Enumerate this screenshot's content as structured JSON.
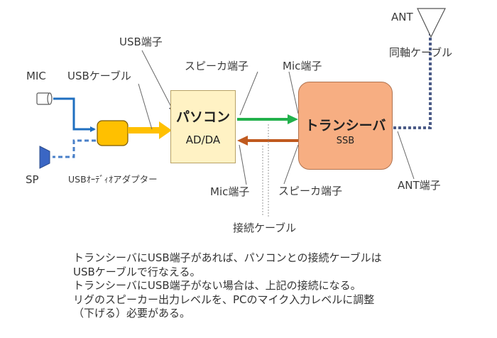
{
  "labels": {
    "usb_port_top": "USB端子",
    "mic": "MIC",
    "usb_cable": "USBケーブル",
    "speaker_port_top": "スピーカ端子",
    "mic_port_top": "Mic端子",
    "ant": "ANT",
    "coax": "同軸ケーブル",
    "sp": "SP",
    "usb_audio_adapter": "USBｵｰﾃﾞｨｵアダプター",
    "mic_port_bottom": "Mic端子",
    "speaker_port_bottom": "スピーカ端子",
    "ant_port": "ANT端子",
    "connect_cable": "接続ケーブル"
  },
  "pc_box": {
    "title": "パソコン",
    "subtitle": "AD/DA"
  },
  "transceiver_box": {
    "title": "トランシーバ",
    "subtitle": "SSB"
  },
  "notes": [
    "トランシーバにUSB端子があれば、パソコンとの接続ケーブルは",
    "USBケーブルで行なえる。",
    "トランシーバにUSB端子がない場合は、上記の接続になる。",
    "リグのスピーカー出力レベルを、PCのマイク入力レベルに調整",
    "（下げる）必要がある。"
  ],
  "colors": {
    "blue": "#1f6fc0",
    "yellow": "#ffc000",
    "green": "#22b14c",
    "brown": "#c05a1f",
    "coax": "#4a5a86",
    "pc_fill": "#fff2c4",
    "transceiver_fill": "#f7ae82"
  }
}
